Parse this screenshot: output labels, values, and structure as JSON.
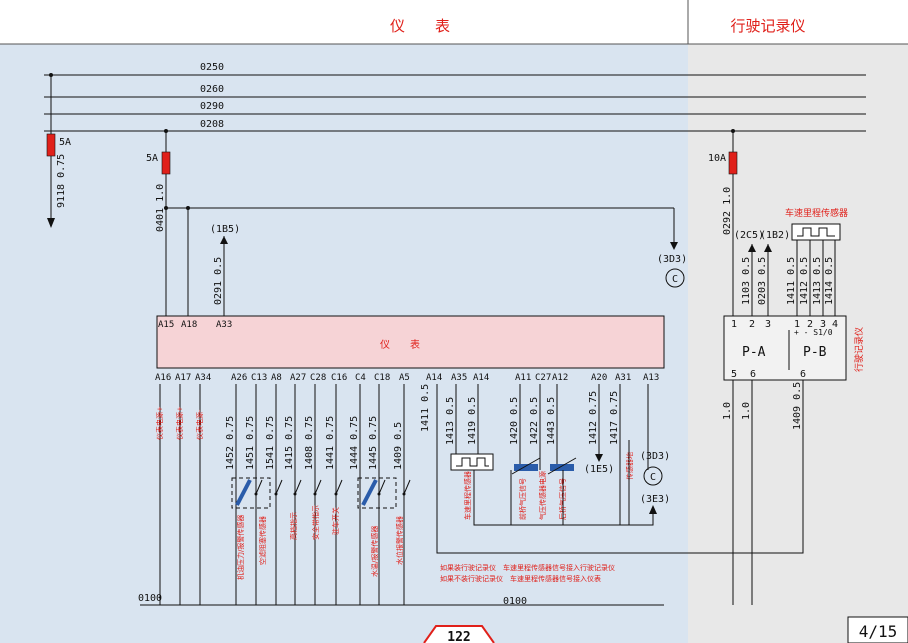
{
  "header": {
    "left_title": "仪　　表",
    "right_title": "行驶记录仪"
  },
  "page_indicator": "4/15",
  "page_number": "122",
  "bus_lines": [
    "0250",
    "0260",
    "0290",
    "0208"
  ],
  "fuses": {
    "left": "5A",
    "middle": "5A",
    "right": "10A"
  },
  "wire_labels": {
    "w9118": "9118 0.75",
    "w0401": "0401 1.0",
    "w0291": "0291 0.5",
    "w0292": "0292 1.0",
    "w1103": "1103 0.5",
    "w0203": "0203 0.5",
    "w1411r": "1411 0.5",
    "w1412r": "1412 0.5",
    "w1413r": "1413 0.5",
    "w1414r": "1414 0.5",
    "r1": "1.0",
    "r2": "1.0",
    "r3": "1409 0.5",
    "lower": [
      "1452 0.75",
      "1451 0.75",
      "1541 0.75",
      "1415 0.75",
      "1408 0.75",
      "1441 0.75",
      "1444 0.75",
      "1445 0.75",
      "1409 0.5",
      "1411 0.5",
      "1413 0.5",
      "1419 0.5",
      "1420 0.5",
      "1422 0.5",
      "1443 0.5",
      "1412 0.75",
      "1417 0.75"
    ]
  },
  "refs": {
    "r1B5": "(1B5)",
    "r3D3a": "(3D3)",
    "r3D3b": "(3D3)",
    "r3E3": "(3E3)",
    "r1E5": "(1E5)",
    "r2C5": "(2C5)",
    "r1B2": "(1B2)",
    "c": "C"
  },
  "instrument": {
    "label": "仪　　表",
    "top_pins": [
      "A15",
      "A18",
      "A33"
    ],
    "bottom_pins": [
      "A16",
      "A17",
      "A34",
      "A26",
      "C13",
      "A8",
      "A27",
      "C28",
      "C16",
      "C4",
      "C18",
      "A5",
      "A14",
      "A35",
      "A14",
      "A11",
      "C27",
      "A12",
      "A20",
      "A31",
      "A13"
    ]
  },
  "recorder": {
    "pa": "P-A",
    "pb": "P-B",
    "pa_top": [
      "1",
      "2",
      "3"
    ],
    "pb_top": [
      "1",
      "2",
      "3",
      "4"
    ],
    "pb_sub": "+  -  S1/0",
    "pa_bottom": [
      "5",
      "6"
    ],
    "pb_bottom": [
      "6"
    ],
    "side_label": "行驶记录仪"
  },
  "sensor_right_label": "车速里程传感器",
  "red_labels": {
    "p1": "仪表电源+",
    "p2": "仪表电源+",
    "p3": "仪表电源-",
    "s1": "机油压力/报警传感器",
    "s2": "空滤阻塞传感器",
    "s3": "高档指示",
    "s4": "安全带指示",
    "s5": "驻车开关",
    "s6": "水温/报警传感器",
    "s7": "水位报警传感器",
    "s8": "车速里程传感器",
    "s9": "前桥气压信号",
    "s10": "气压传感器电源",
    "s11": "后桥气压信号",
    "s12": "传感器地"
  },
  "notes": [
    "如果装行驶记录仪　车速里程传感器信号接入行驶记录仪",
    "如果不装行驶记录仪　车速里程传感器信号接入仪表"
  ],
  "ground": {
    "left": "0100",
    "middle": "0100"
  },
  "colors": {
    "left_bg": "#d9e4f0",
    "right_bg": "#e8e8e8",
    "red": "#e0201a",
    "box_fill": "#f6d3d6"
  }
}
